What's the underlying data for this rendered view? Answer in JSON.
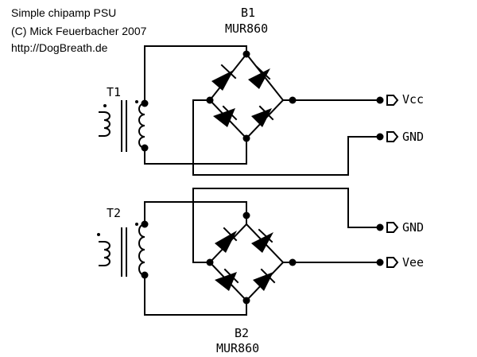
{
  "header": {
    "line1": "Simple chipamp PSU",
    "line2": "(C) Mick Feuerbacher 2007",
    "line3": "http://DogBreath.de"
  },
  "components": {
    "b1": {
      "ref": "B1",
      "part": "MUR860"
    },
    "b2": {
      "ref": "B2",
      "part": "MUR860"
    },
    "t1": {
      "ref": "T1"
    },
    "t2": {
      "ref": "T2"
    }
  },
  "outputs": {
    "vcc": "Vcc",
    "gnd_top": "GND",
    "gnd_bottom": "GND",
    "vee": "Vee"
  },
  "colors": {
    "ink": "#000000",
    "background": "#ffffff"
  }
}
